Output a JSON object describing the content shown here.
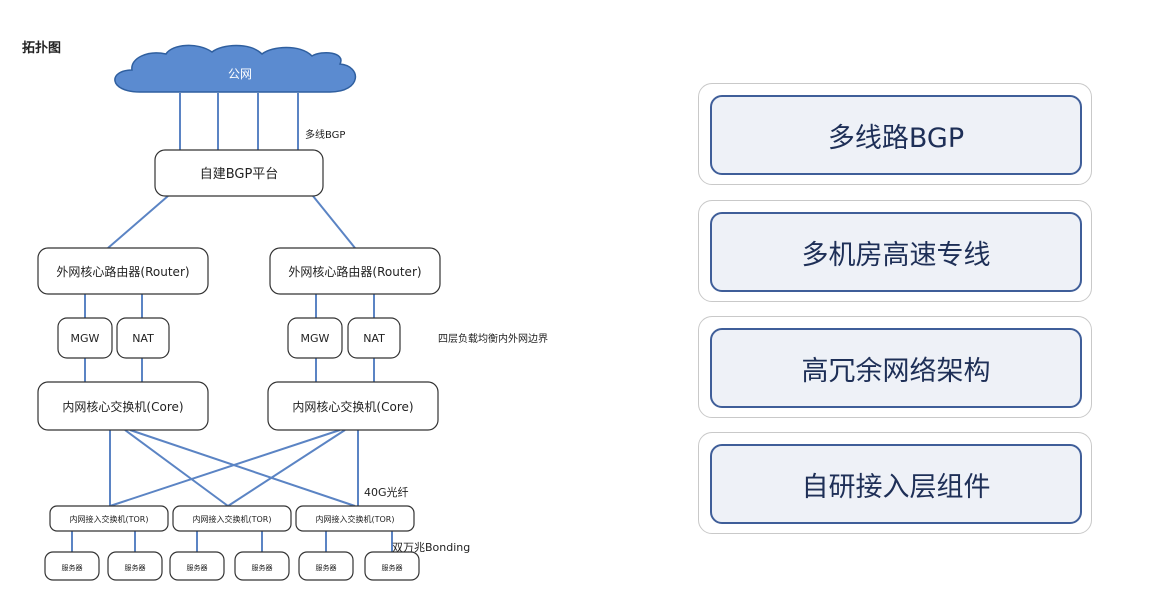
{
  "diagram": {
    "title": "拓扑图",
    "cloud": "公网",
    "bgp_label": "多线BGP",
    "bgp_platform": "自建BGP平台",
    "routers": [
      "外网核心路由器(Router)",
      "外网核心路由器(Router)"
    ],
    "mgw": [
      "MGW",
      "MGW"
    ],
    "nat": [
      "NAT",
      "NAT"
    ],
    "lb_label": "四层负载均衡内外网边界",
    "cores": [
      "内网核心交换机(Core)",
      "内网核心交换机(Core)"
    ],
    "fiber_label": "40G光纤",
    "tors": [
      "内网接入交换机(TOR)",
      "内网接入交换机(TOR)",
      "内网接入交换机(TOR)"
    ],
    "bonding_label": "双万兆Bonding",
    "servers": [
      "服务器",
      "服务器",
      "服务器",
      "服务器",
      "服务器",
      "服务器"
    ]
  },
  "features": [
    {
      "label": "多线路BGP"
    },
    {
      "label": "多机房高速专线"
    },
    {
      "label": "高冗余网络架构"
    },
    {
      "label": "自研接入层组件"
    }
  ]
}
